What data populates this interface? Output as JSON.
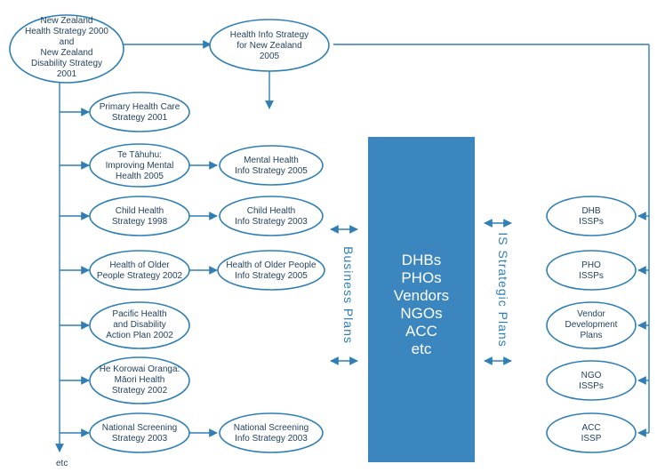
{
  "colors": {
    "line": "#2f7fb6",
    "center_box": "#3b86bf",
    "text": "#1f3f5a",
    "center_text": "#ffffff"
  },
  "nodes": {
    "nz_health_strategy": [
      "New Zealand",
      "Health Strategy 2000",
      "and",
      "New Zealand",
      "Disability Strategy",
      "2001"
    ],
    "health_info_strategy": [
      "Health Info Strategy",
      "for New Zealand",
      "2005"
    ],
    "primary_health_care": [
      "Primary Health Care",
      "Strategy 2001"
    ],
    "te_tahuhu": [
      "Te Tāhuhu:",
      "Improving Mental",
      "Health 2005"
    ],
    "mental_health_info": [
      "Mental Health",
      "Info Strategy 2005"
    ],
    "child_health": [
      "Child Health",
      "Strategy 1998"
    ],
    "child_health_info": [
      "Child Health",
      "Info Strategy 2003"
    ],
    "older_people": [
      "Health of Older",
      "People Strategy 2002"
    ],
    "older_people_info": [
      "Health of Older People",
      "Info Strategy 2005"
    ],
    "pacific_health": [
      "Pacific Health",
      "and Disability",
      "Action Plan 2002"
    ],
    "he_korowai": [
      "He Korowai Oranga:",
      "Māori Health",
      "Strategy 2002"
    ],
    "national_screening": [
      "National Screening",
      "Strategy 2003"
    ],
    "national_screening_info": [
      "National Screening",
      "Info Strategy 2003"
    ],
    "dhb_issps": [
      "DHB",
      "ISSPs"
    ],
    "pho_issps": [
      "PHO",
      "ISSPs"
    ],
    "vendor_plans": [
      "Vendor",
      "Development",
      "Plans"
    ],
    "ngo_issps": [
      "NGO",
      "ISSPs"
    ],
    "acc_issp": [
      "ACC",
      "ISSP"
    ]
  },
  "center_box": [
    "DHBs",
    "PHOs",
    "Vendors",
    "NGOs",
    "ACC",
    "etc"
  ],
  "labels": {
    "business_plans": "Business Plans",
    "is_strategic_plans": "IS Strategic Plans",
    "etc": "etc"
  }
}
